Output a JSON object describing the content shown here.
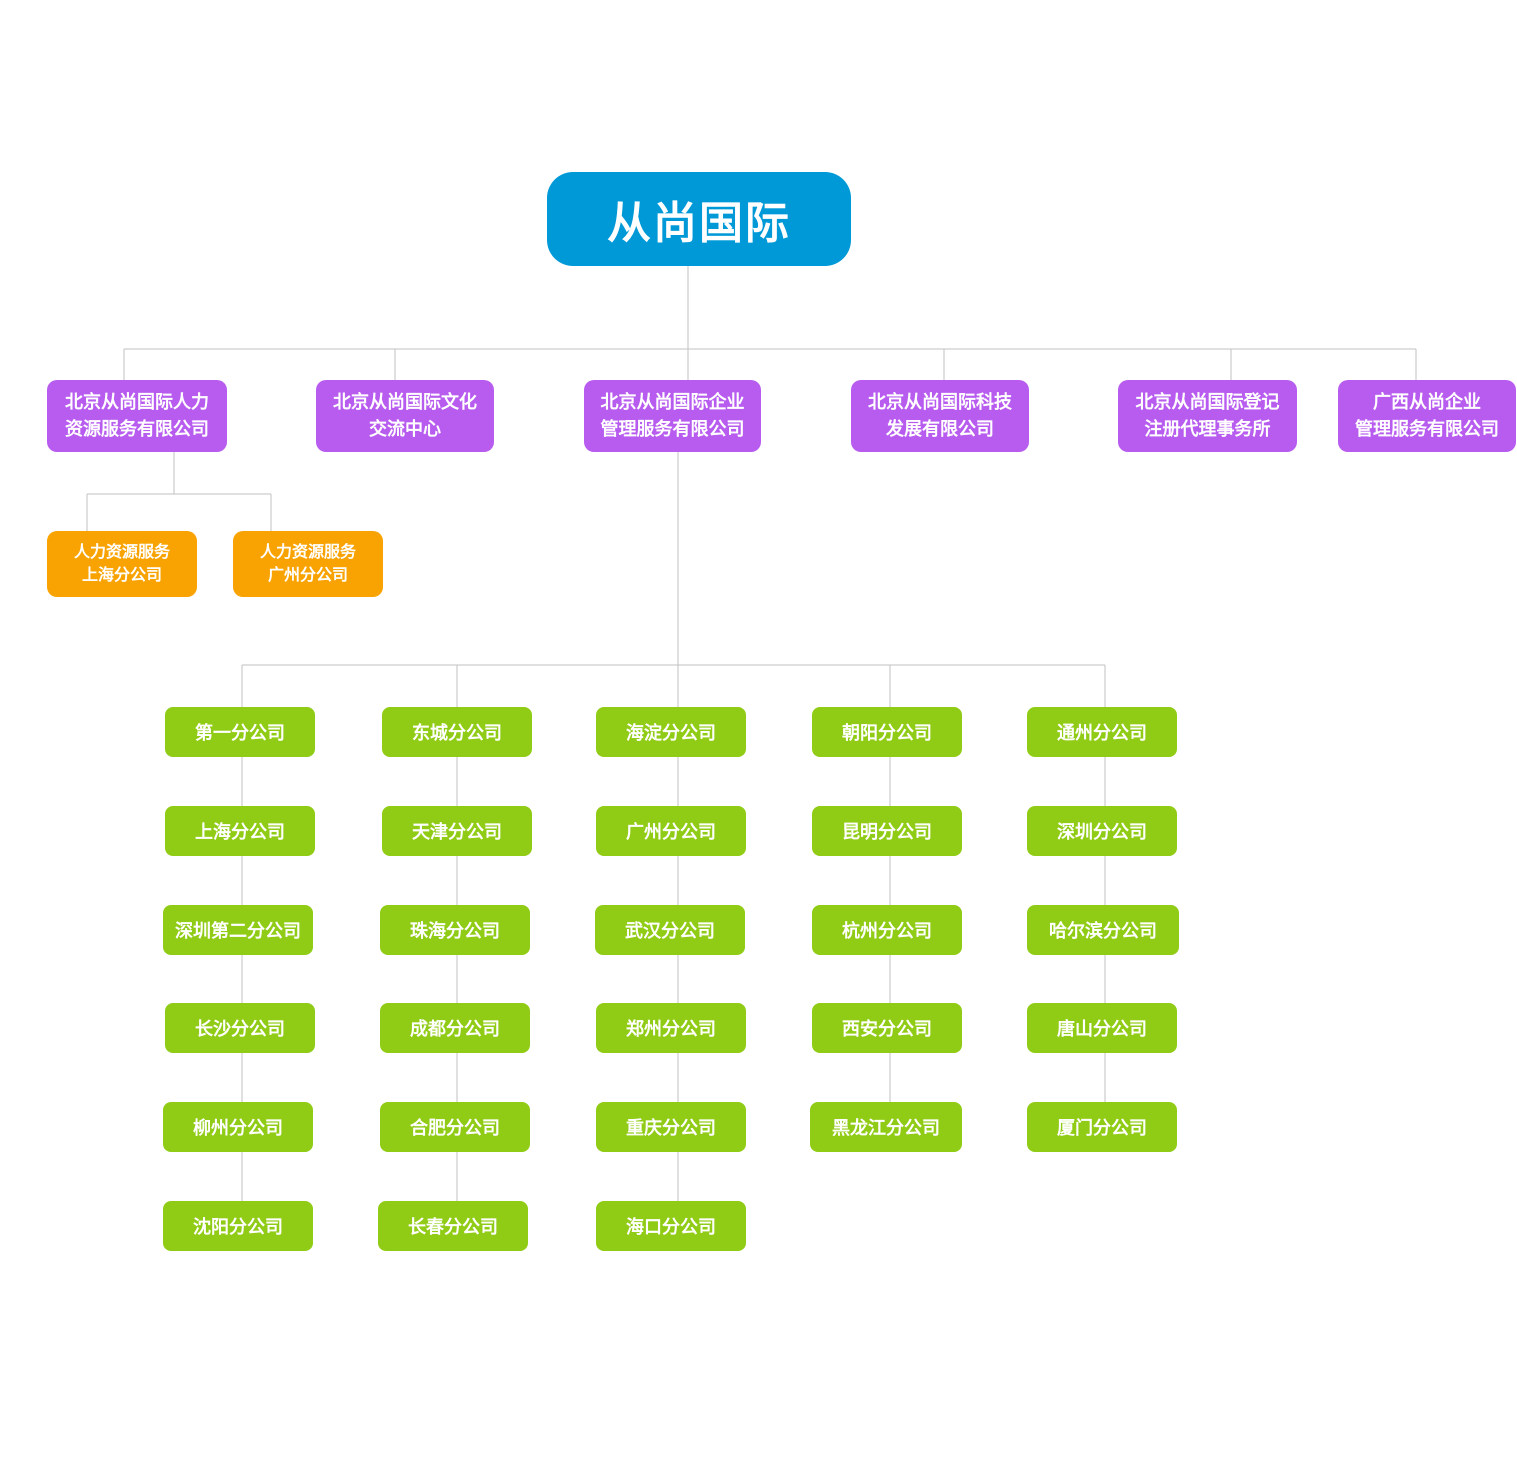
{
  "root": {
    "label": "从尚国际"
  },
  "subsidiaries": [
    {
      "line1": "北京从尚国际人力",
      "line2": "资源服务有限公司"
    },
    {
      "line1": "北京从尚国际文化",
      "line2": "交流中心"
    },
    {
      "line1": "北京从尚国际企业",
      "line2": "管理服务有限公司"
    },
    {
      "line1": "北京从尚国际科技",
      "line2": "发展有限公司"
    },
    {
      "line1": "北京从尚国际登记",
      "line2": "注册代理事务所"
    },
    {
      "line1": "广西从尚企业",
      "line2": "管理服务有限公司"
    }
  ],
  "hr_branches": [
    {
      "line1": "人力资源服务",
      "line2": "上海分公司"
    },
    {
      "line1": "人力资源服务",
      "line2": "广州分公司"
    }
  ],
  "branch_columns": [
    {
      "items": [
        "第一分公司",
        "上海分公司",
        "深圳第二分公司",
        "长沙分公司",
        "柳州分公司",
        "沈阳分公司"
      ]
    },
    {
      "items": [
        "东城分公司",
        "天津分公司",
        "珠海分公司",
        "成都分公司",
        "合肥分公司",
        "长春分公司"
      ]
    },
    {
      "items": [
        "海淀分公司",
        "广州分公司",
        "武汉分公司",
        "郑州分公司",
        "重庆分公司",
        "海口分公司"
      ]
    },
    {
      "items": [
        "朝阳分公司",
        "昆明分公司",
        "杭州分公司",
        "西安分公司",
        "黑龙江分公司"
      ]
    },
    {
      "items": [
        "通州分公司",
        "深圳分公司",
        "哈尔滨分公司",
        "唐山分公司",
        "厦门分公司"
      ]
    }
  ],
  "colors": {
    "root": "#0099d8",
    "sub": "#b85cf0",
    "hr": "#f9a302",
    "branch": "#90cc15",
    "connector": "#c2c2c2"
  }
}
